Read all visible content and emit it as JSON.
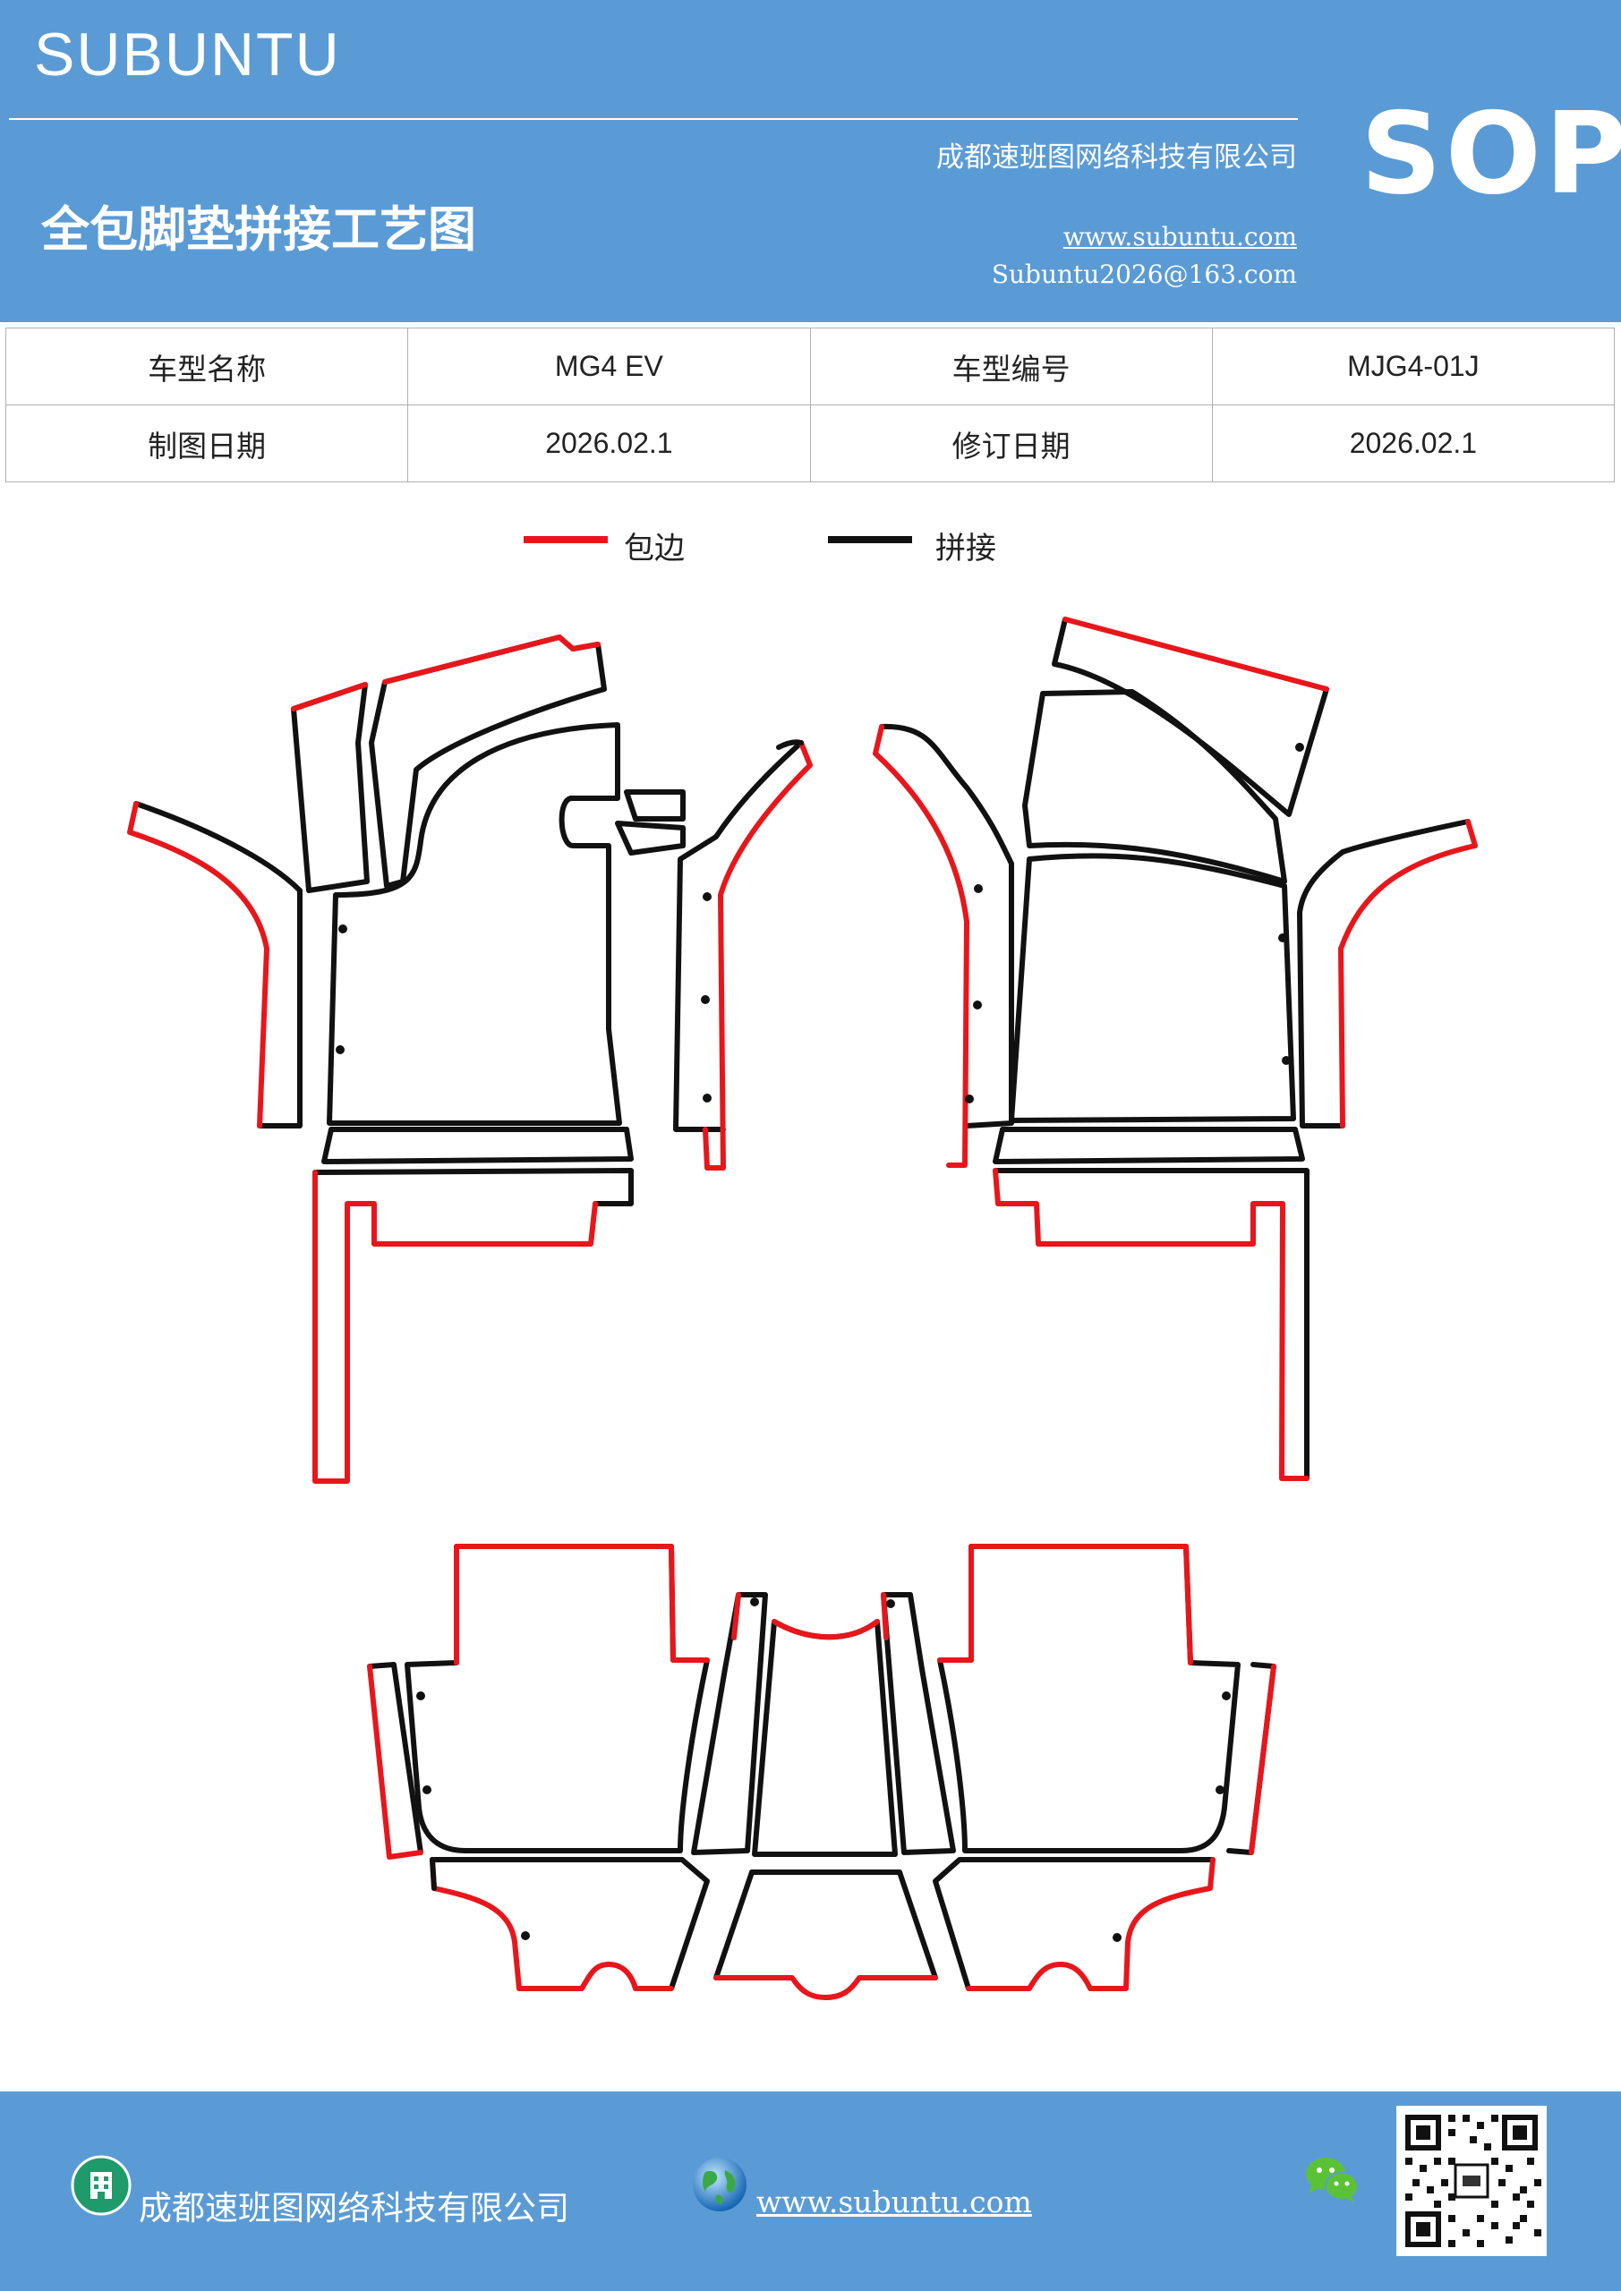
{
  "header": {
    "brand": "SUBUNTU",
    "company": "成都速班图网络科技有限公司",
    "title": "全包脚垫拼接工艺图",
    "website": "www.subuntu.com",
    "email": "Subuntu2026@163.com",
    "badge": "SOP"
  },
  "info_table": {
    "rows": [
      [
        {
          "label": "车型名称"
        },
        {
          "value": "MG4  EV"
        },
        {
          "label": "车型编号"
        },
        {
          "value": "MJG4-01J"
        }
      ],
      [
        {
          "label": "制图日期"
        },
        {
          "value": "2026.02.1"
        },
        {
          "label": "修订日期"
        },
        {
          "value": "2026.02.1"
        }
      ]
    ]
  },
  "legend": {
    "items": [
      {
        "label": "包边",
        "color": "#e8161b"
      },
      {
        "label": "拼接",
        "color": "#000000"
      }
    ]
  },
  "colors": {
    "header_bg": "#5b9bd5",
    "edge_binding": "#e8161b",
    "seam": "#111111"
  },
  "footer": {
    "company": "成都速班图网络科技有限公司",
    "website": "www.subuntu.com",
    "icons": [
      "building-icon",
      "globe-icon",
      "wechat-icon",
      "qr-code"
    ]
  }
}
